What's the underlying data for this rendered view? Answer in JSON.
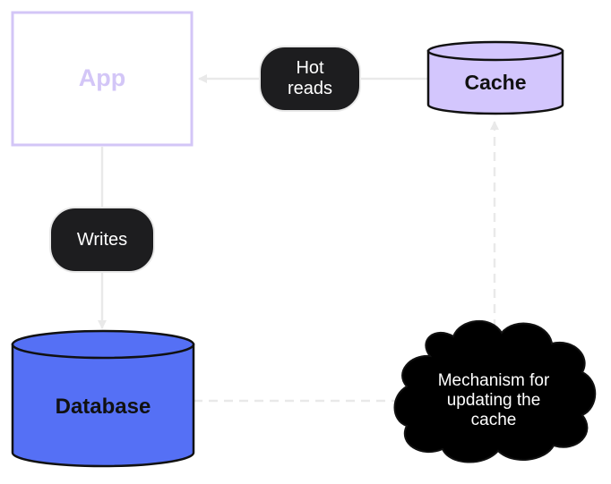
{
  "nodes": {
    "app": {
      "label": "App"
    },
    "cache": {
      "label": "Cache"
    },
    "database": {
      "label": "Database"
    },
    "mechanism": {
      "lines": [
        "Mechanism for",
        "updating the",
        "cache"
      ]
    }
  },
  "edges": {
    "hot_reads": {
      "lines": [
        "Hot",
        "reads"
      ]
    },
    "writes": {
      "label": "Writes"
    }
  },
  "colors": {
    "app_border": "#d3c6f7",
    "app_text": "#d3c6f7",
    "cache_fill": "#d3c6fd",
    "database_fill": "#5570f5",
    "pill_fill": "#1d1d1f",
    "cloud_fill": "#000000",
    "connector": "#e9e9e9",
    "outline": "#111111"
  }
}
